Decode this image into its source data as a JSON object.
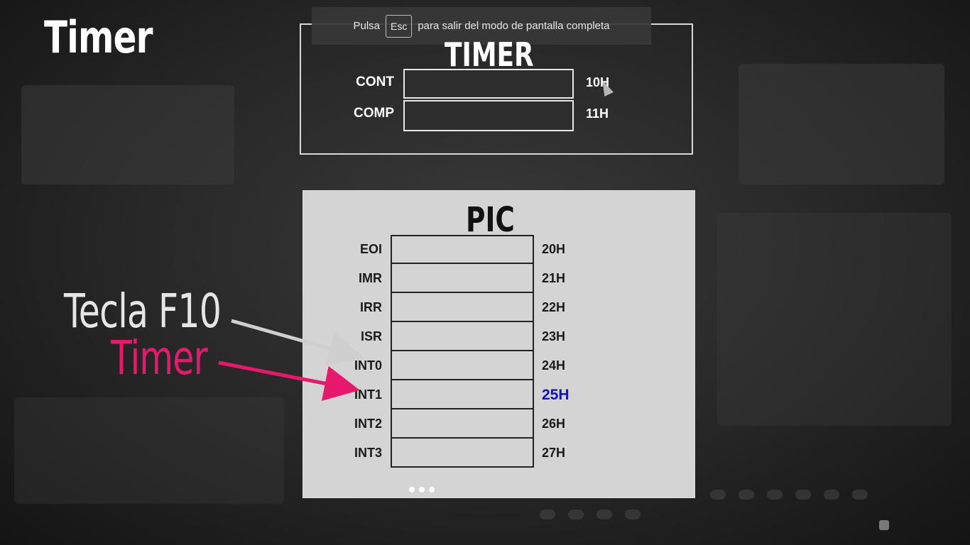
{
  "slide": {
    "title": "Timer"
  },
  "fullscreen_toast": {
    "before": "Pulsa",
    "key": "Esc",
    "after": "para salir del modo de pantalla completa"
  },
  "timer_diagram": {
    "heading": "TIMER",
    "registers": [
      {
        "label": "CONT",
        "address": "10H"
      },
      {
        "label": "COMP",
        "address": "11H"
      }
    ]
  },
  "pic_diagram": {
    "heading": "PIC",
    "registers": [
      {
        "label": "EOI",
        "address": "20H"
      },
      {
        "label": "IMR",
        "address": "21H"
      },
      {
        "label": "IRR",
        "address": "22H"
      },
      {
        "label": "ISR",
        "address": "23H"
      },
      {
        "label": "INT0",
        "address": "24H"
      },
      {
        "label": "INT1",
        "address": "25H",
        "highlight_color": "#1212b8"
      },
      {
        "label": "INT2",
        "address": "26H"
      },
      {
        "label": "INT3",
        "address": "27H"
      }
    ]
  },
  "annotations": {
    "tecla": {
      "text": "Tecla F10",
      "color": "#e6e6e6"
    },
    "timer": {
      "text": "Timer",
      "color": "#e8196c"
    }
  },
  "colors": {
    "accent_pink": "#e8196c",
    "highlight_blue": "#1212b8"
  }
}
